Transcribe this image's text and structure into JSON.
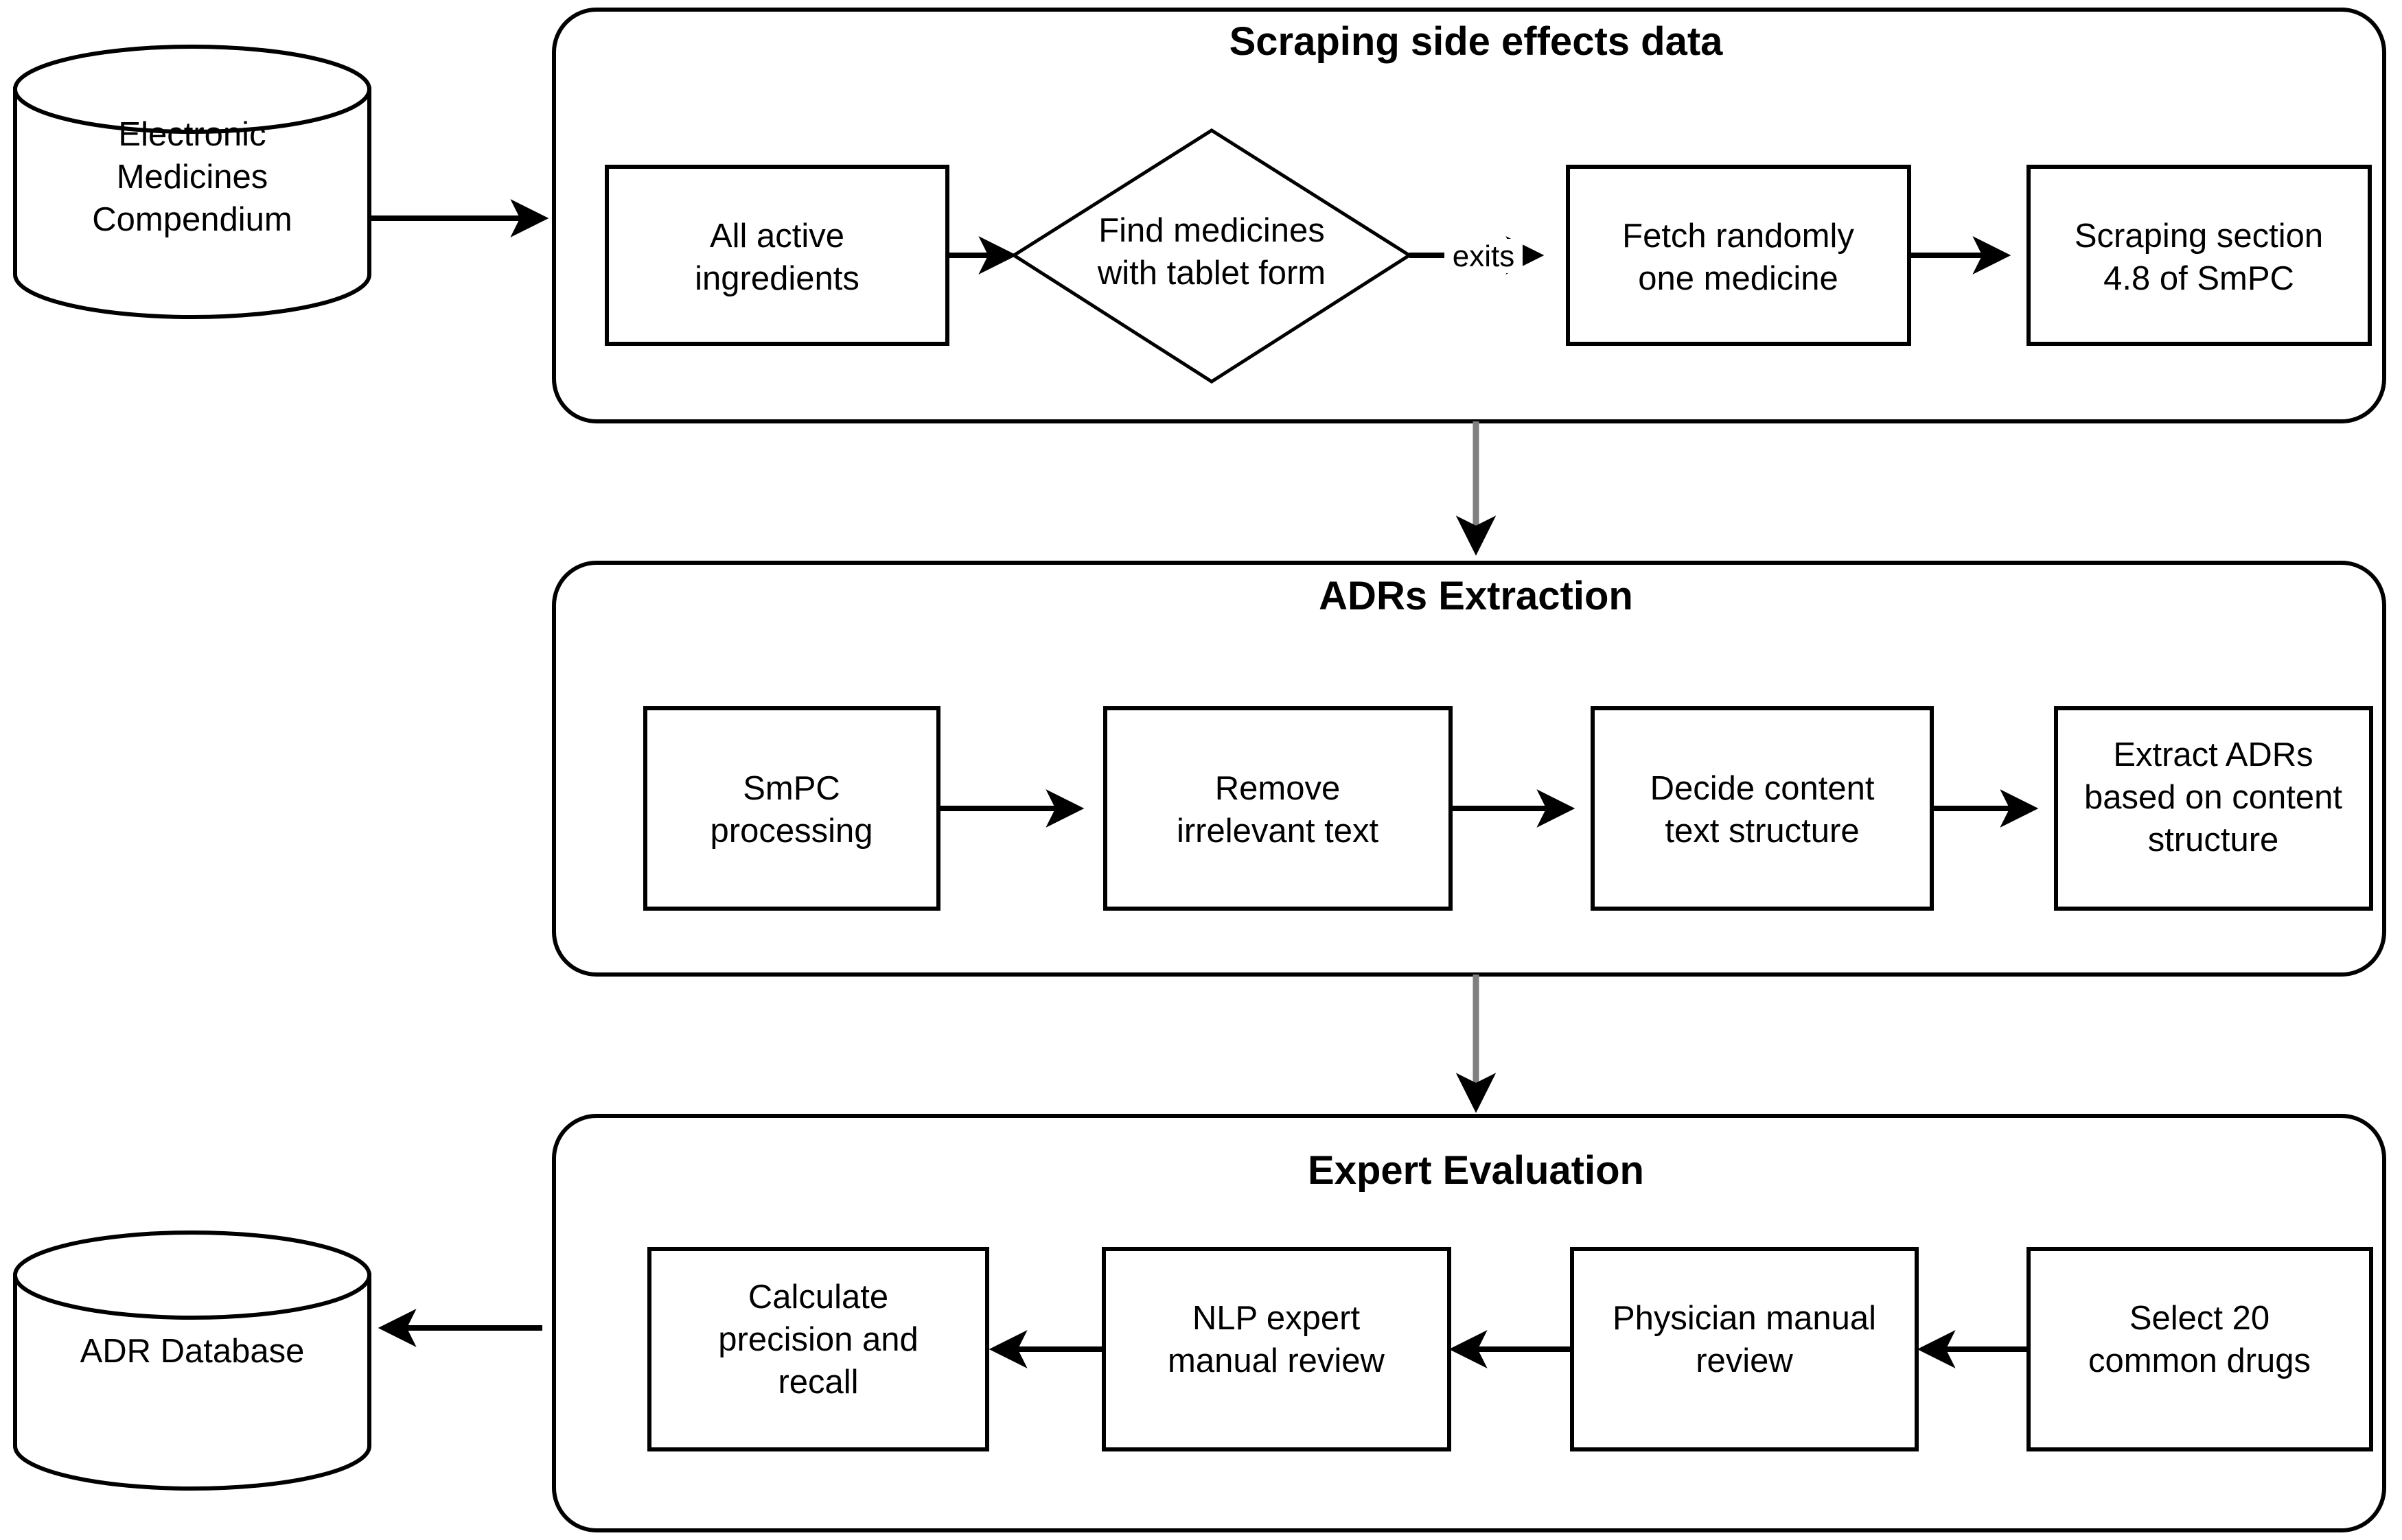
{
  "diagram": {
    "title": "ADR extraction pipeline flowchart",
    "colors": {
      "stroke": "#000000",
      "fill": "#ffffff",
      "stage_connector": "#7f7f7f"
    }
  },
  "datastores": [
    {
      "id": "emc",
      "label_line1": "Electronic",
      "label_line2": "Medicines",
      "label_line3": "Compendium"
    },
    {
      "id": "adrdb",
      "label_line1": "ADR Database",
      "label_line2": "",
      "label_line3": ""
    }
  ],
  "groups": [
    {
      "id": "scraping",
      "title": "Scraping side effects data",
      "nodes": [
        {
          "id": "all-active-ingredients",
          "shape": "box",
          "line1": "All active",
          "line2": "ingredients",
          "line3": ""
        },
        {
          "id": "find-medicines-tablet-form",
          "shape": "diamond",
          "line1": "Find medicines",
          "line2": "with tablet form",
          "line3": ""
        },
        {
          "id": "fetch-randomly-one-medicine",
          "shape": "box",
          "line1": "Fetch randomly",
          "line2": "one medicine",
          "line3": ""
        },
        {
          "id": "scraping-section-4-8",
          "shape": "box",
          "line1": "Scraping section",
          "line2": "4.8 of SmPC",
          "line3": ""
        }
      ],
      "edge_labels": [
        {
          "id": "exits",
          "text": "exits"
        }
      ]
    },
    {
      "id": "adrs-extraction",
      "title": "ADRs Extraction",
      "nodes": [
        {
          "id": "smpc-processing",
          "shape": "box",
          "line1": "SmPC",
          "line2": "processing",
          "line3": ""
        },
        {
          "id": "remove-irrelevant-text",
          "shape": "box",
          "line1": "Remove",
          "line2": "irrelevant text",
          "line3": ""
        },
        {
          "id": "decide-content-text-structure",
          "shape": "box",
          "line1": "Decide content",
          "line2": "text structure",
          "line3": ""
        },
        {
          "id": "extract-adrs-content-structure",
          "shape": "box",
          "line1": "Extract ADRs",
          "line2": "based on content",
          "line3": "structure"
        }
      ],
      "edge_labels": []
    },
    {
      "id": "expert-evaluation",
      "title": "Expert Evaluation",
      "nodes": [
        {
          "id": "calculate-precision-recall",
          "shape": "box",
          "line1": "Calculate",
          "line2": "precision and",
          "line3": "recall"
        },
        {
          "id": "nlp-expert-manual-review",
          "shape": "box",
          "line1": "NLP expert",
          "line2": "manual review",
          "line3": ""
        },
        {
          "id": "physician-manual-review",
          "shape": "box",
          "line1": "Physician manual",
          "line2": "review",
          "line3": ""
        },
        {
          "id": "select-20-common-drugs",
          "shape": "box",
          "line1": "Select 20",
          "line2": "common drugs",
          "line3": ""
        }
      ],
      "edge_labels": []
    }
  ]
}
